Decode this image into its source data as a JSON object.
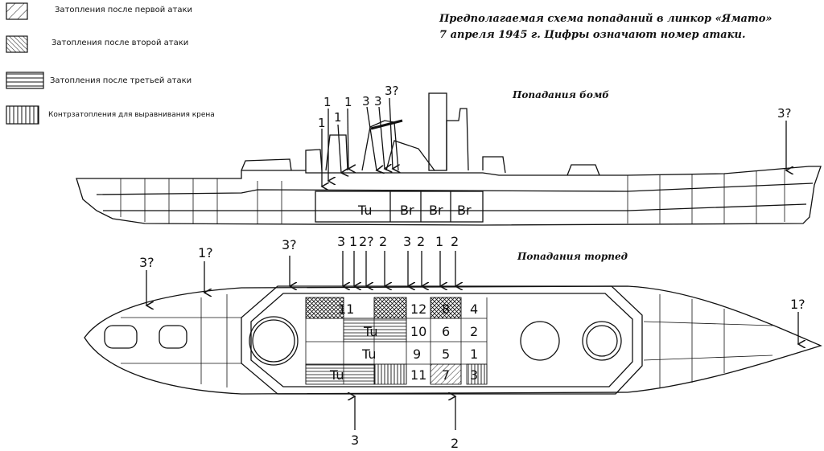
{
  "legend": [
    {
      "label": "Затопления после первой атаки",
      "pattern": "diagonal-single"
    },
    {
      "label": "Затопления после второй атаки",
      "pattern": "diagonal-dense"
    },
    {
      "label": "Затопления после третьей атаки",
      "pattern": "horizontal"
    },
    {
      "label": "Контрзатопления для выравнивания крена",
      "pattern": "vertical"
    }
  ],
  "title": {
    "line1": "Предполагаемая схема попаданий в линкор «Ямато»",
    "line2": "7 апреля 1945 г. Цифры означают номер атаки."
  },
  "sections": {
    "bombs": "Попадания бомб",
    "torpedoes": "Попадания торпед"
  },
  "side_view": {
    "compartments": [
      "Tu",
      "Br",
      "Br",
      "Br"
    ],
    "bomb_hits": [
      "1",
      "1",
      "1",
      "1",
      "3",
      "3",
      "3?",
      "3?"
    ]
  },
  "top_view": {
    "torpedo_hits_top": [
      "3?",
      "1?",
      "3?",
      "3",
      "1",
      "2?",
      "2",
      "3",
      "2",
      "1",
      "2"
    ],
    "torpedo_hits_bottom": [
      "3",
      "2"
    ],
    "torpedo_hit_stern": "1?",
    "cells": {
      "row1": [
        "11",
        "12",
        "8",
        "4"
      ],
      "row2": [
        "Tu",
        "10",
        "6",
        "2"
      ],
      "row3": [
        "Tu",
        "9",
        "5",
        "1"
      ],
      "row4": [
        "Tu",
        "11",
        "7",
        "3"
      ]
    }
  },
  "colors": {
    "ink": "#111111",
    "background": "#ffffff"
  }
}
